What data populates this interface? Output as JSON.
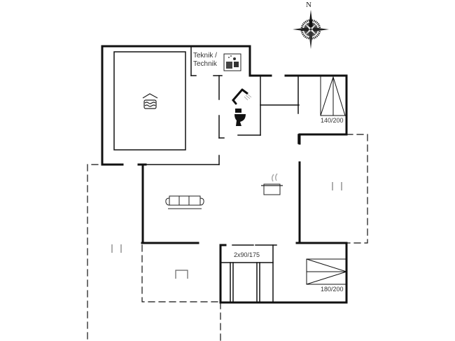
{
  "compass": {
    "label": "N",
    "icon": "compass-rose-icon"
  },
  "rooms": {
    "technical": {
      "label_line1": "Teknik /",
      "label_line2": "Technik",
      "icon": "water-heater-icon"
    },
    "pool": {
      "icon": "pool-icon"
    },
    "bathroom": {
      "icons": [
        "shower-icon",
        "toilet-icon"
      ]
    },
    "bedroom_1": {
      "bed_label": "140/200"
    },
    "bedroom_2": {
      "bed_label": "2x90/175"
    },
    "bedroom_3": {
      "bed_label": "180/200"
    },
    "living": {
      "icon": "sofa-icon"
    },
    "kitchen": {
      "icon": "cooking-pot-icon"
    },
    "terrace_right": {
      "icon": "terrace-chairs-icon"
    },
    "terrace_left": {
      "icon": "terrace-chairs-icon"
    },
    "terrace_bottom": {
      "icon": "terrace-table-icon"
    }
  }
}
